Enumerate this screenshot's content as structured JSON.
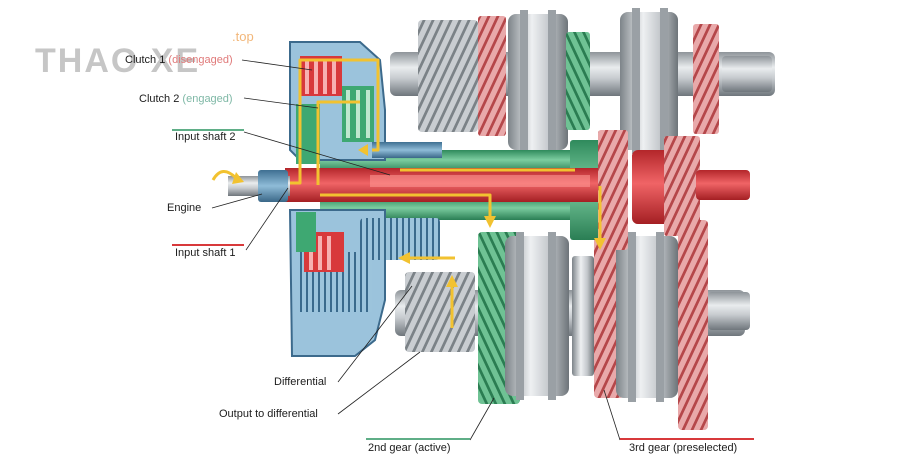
{
  "watermark": {
    "brand": "THAO XE",
    "suffix": ".top"
  },
  "labels": {
    "clutch1": {
      "name": "Clutch 1",
      "state": "(disengaged)"
    },
    "clutch2": {
      "name": "Clutch 2",
      "state": "(engaged)"
    },
    "input_shaft_2": "Input shaft 2",
    "engine": "Engine",
    "input_shaft_1": "Input shaft 1",
    "differential": "Differential",
    "output_to_differential": "Output to differential",
    "gear2": "2nd gear (active)",
    "gear3": "3rd gear (preselected)"
  },
  "colors": {
    "clutch1_red": "#d8393b",
    "clutch2_green": "#3ea872",
    "power_flow_yellow": "#f2c230",
    "housing_blue": "#5d93b8",
    "steel_grey": "#b8bcc0"
  }
}
